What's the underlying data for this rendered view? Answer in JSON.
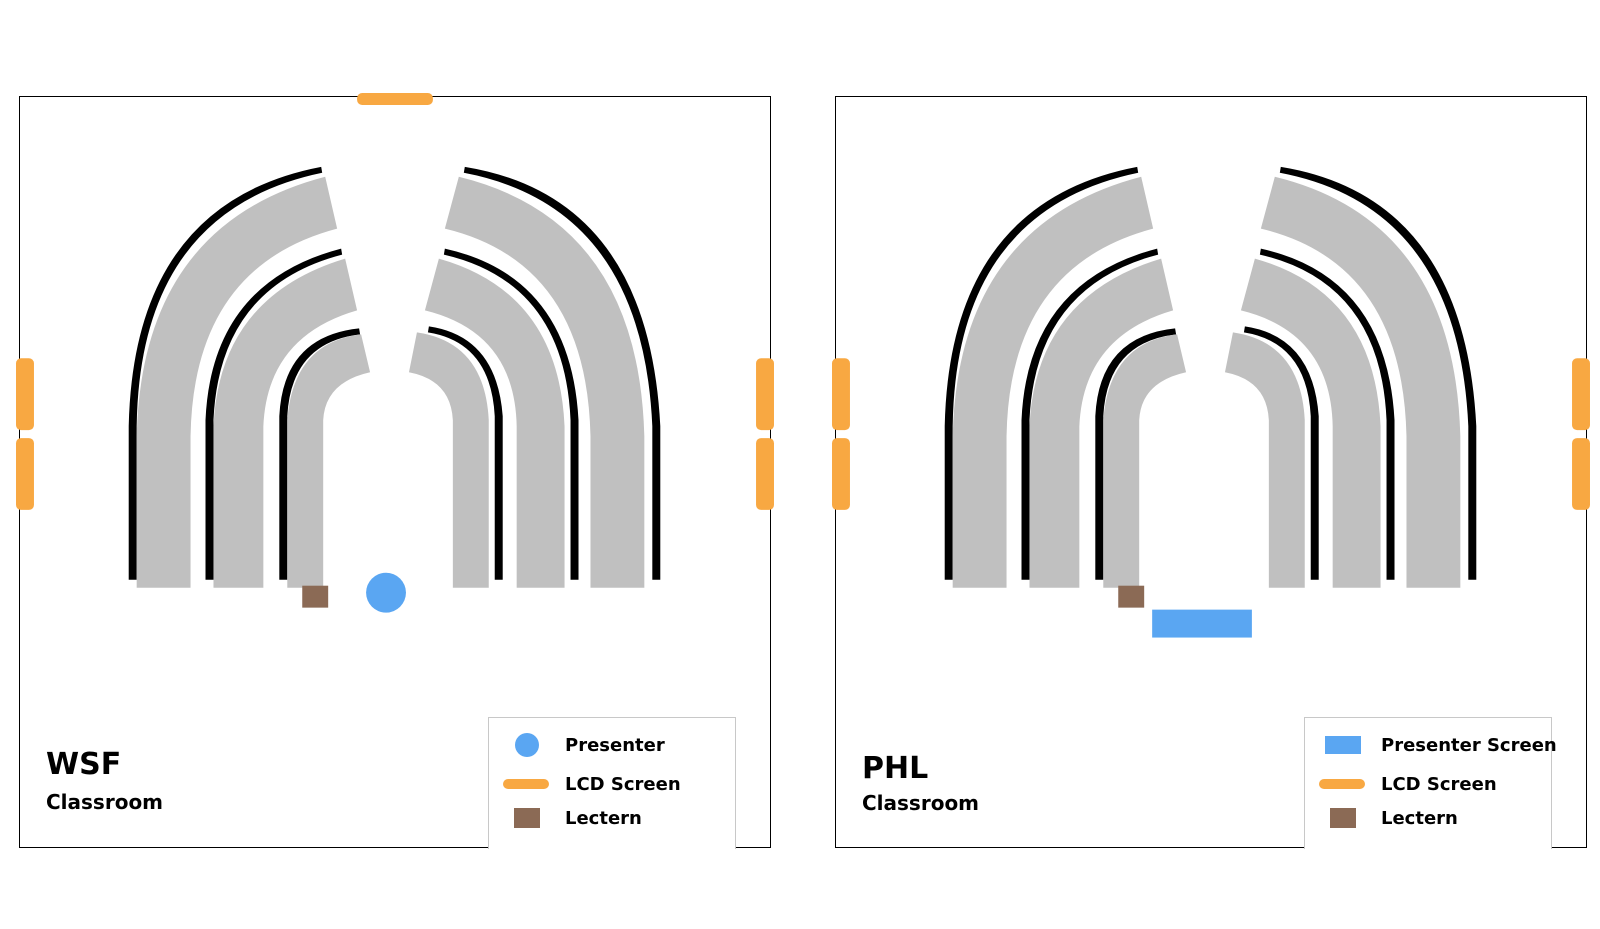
{
  "colors": {
    "seat": "#c0c0c0",
    "wall": "#000000",
    "lcd": "#f8a842",
    "presenter": "#5aa6f2",
    "lectern": "#8b6a55"
  },
  "rooms": [
    {
      "code": "WSF",
      "type": "Classroom",
      "presenter_shape": "circle",
      "legend": {
        "presenter": "Presenter",
        "lcd": "LCD Screen",
        "lectern": "Lectern"
      }
    },
    {
      "code": "PHL",
      "type": "Classroom",
      "presenter_shape": "rectangle",
      "legend": {
        "presenter": "Presenter Screen",
        "lcd": "LCD Screen",
        "lectern": "Lectern"
      }
    }
  ]
}
